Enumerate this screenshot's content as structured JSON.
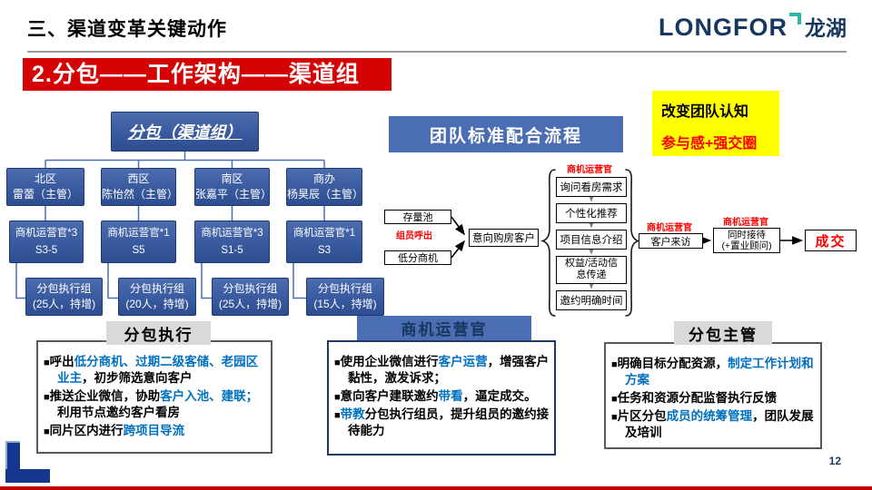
{
  "ui": {
    "bullet": "■"
  },
  "header": {
    "title": "三、渠道变革关键动作",
    "logo_en": "LONGFOR",
    "logo_cn": "龙湖",
    "page_number": "12"
  },
  "banner": {
    "text": "2.分包——工作架构——渠道组"
  },
  "org": {
    "root": "分包（渠道组）",
    "columns": [
      {
        "region": "北区",
        "manager": "雷蕾（主管）",
        "officer": "商机运营官*3",
        "grade": "S3-5",
        "team": "分包执行组",
        "size": "(25人，持增)"
      },
      {
        "region": "西区",
        "manager": "陈怡然（主管）",
        "officer": "商机运营官*1",
        "grade": "S5",
        "team": "分包执行组",
        "size": "(20人，持增)"
      },
      {
        "region": "南区",
        "manager": "张嘉平（主管）",
        "officer": "商机运营官*3",
        "grade": "S1-5",
        "team": "分包执行组",
        "size": "(25人，持增)"
      },
      {
        "region": "商办",
        "manager": "杨昊辰（主管）",
        "officer": "商机运营官*1",
        "grade": "S3",
        "team": "分包执行组",
        "size": "(15人，持增)"
      }
    ]
  },
  "flow": {
    "title": "团队标准配合流程",
    "note_line1": "改变团队认知",
    "note_line2": "参与感+强交圈",
    "source_top": "存量池",
    "caller_label": "组员呼出",
    "source_bottom": "低分商机",
    "intent": "意向购房客户",
    "officer_label": "商机运营官",
    "steps": [
      "询问看房需求",
      "个性化推荐",
      "项目信息介绍",
      "权益/活动信\n息传递",
      "邀约明确时间"
    ],
    "step_3_l1": "权益/活动信",
    "step_3_l2": "息传递",
    "visit": "客户来访",
    "visit_label": "商机运营官",
    "reception_l1": "同时接待",
    "reception_l2": "(+置业顾问)",
    "reception_label": "商机运营官",
    "deal": "成交"
  },
  "sections": [
    {
      "title": "分包执行",
      "bullets": [
        {
          "pre": "呼出",
          "em": "低分商机、过期二级客储、老园区业主",
          "post": "，初步筛选意向客户"
        },
        {
          "pre": "推送企业微信，协助",
          "em": "客户入池、建联；",
          "post": "利用节点邀约客户看房"
        },
        {
          "pre": "同片区内进行",
          "em": "跨项目导流",
          "post": ""
        }
      ]
    },
    {
      "title": "商机运营官",
      "bullets": [
        {
          "pre": "使用企业微信进行",
          "em": "客户运营",
          "post": "，增强客户黏性，激发诉求；"
        },
        {
          "pre": "意向客户建联邀约",
          "em": "带看",
          "post": "，逼定成交。"
        },
        {
          "pre": "",
          "em": "带教",
          "post": "分包执行组员，提升组员的邀约接待能力"
        }
      ]
    },
    {
      "title": "分包主管",
      "bullets": [
        {
          "pre": "明确目标分配资源，",
          "em": "制定工作计划和方案",
          "post": ""
        },
        {
          "pre": "任务和资源分配监督执行反馈",
          "em": "",
          "post": ""
        },
        {
          "pre": "片区分包",
          "em": "成员的统筹管理",
          "post": "，团队发展及培训"
        }
      ]
    }
  ]
}
